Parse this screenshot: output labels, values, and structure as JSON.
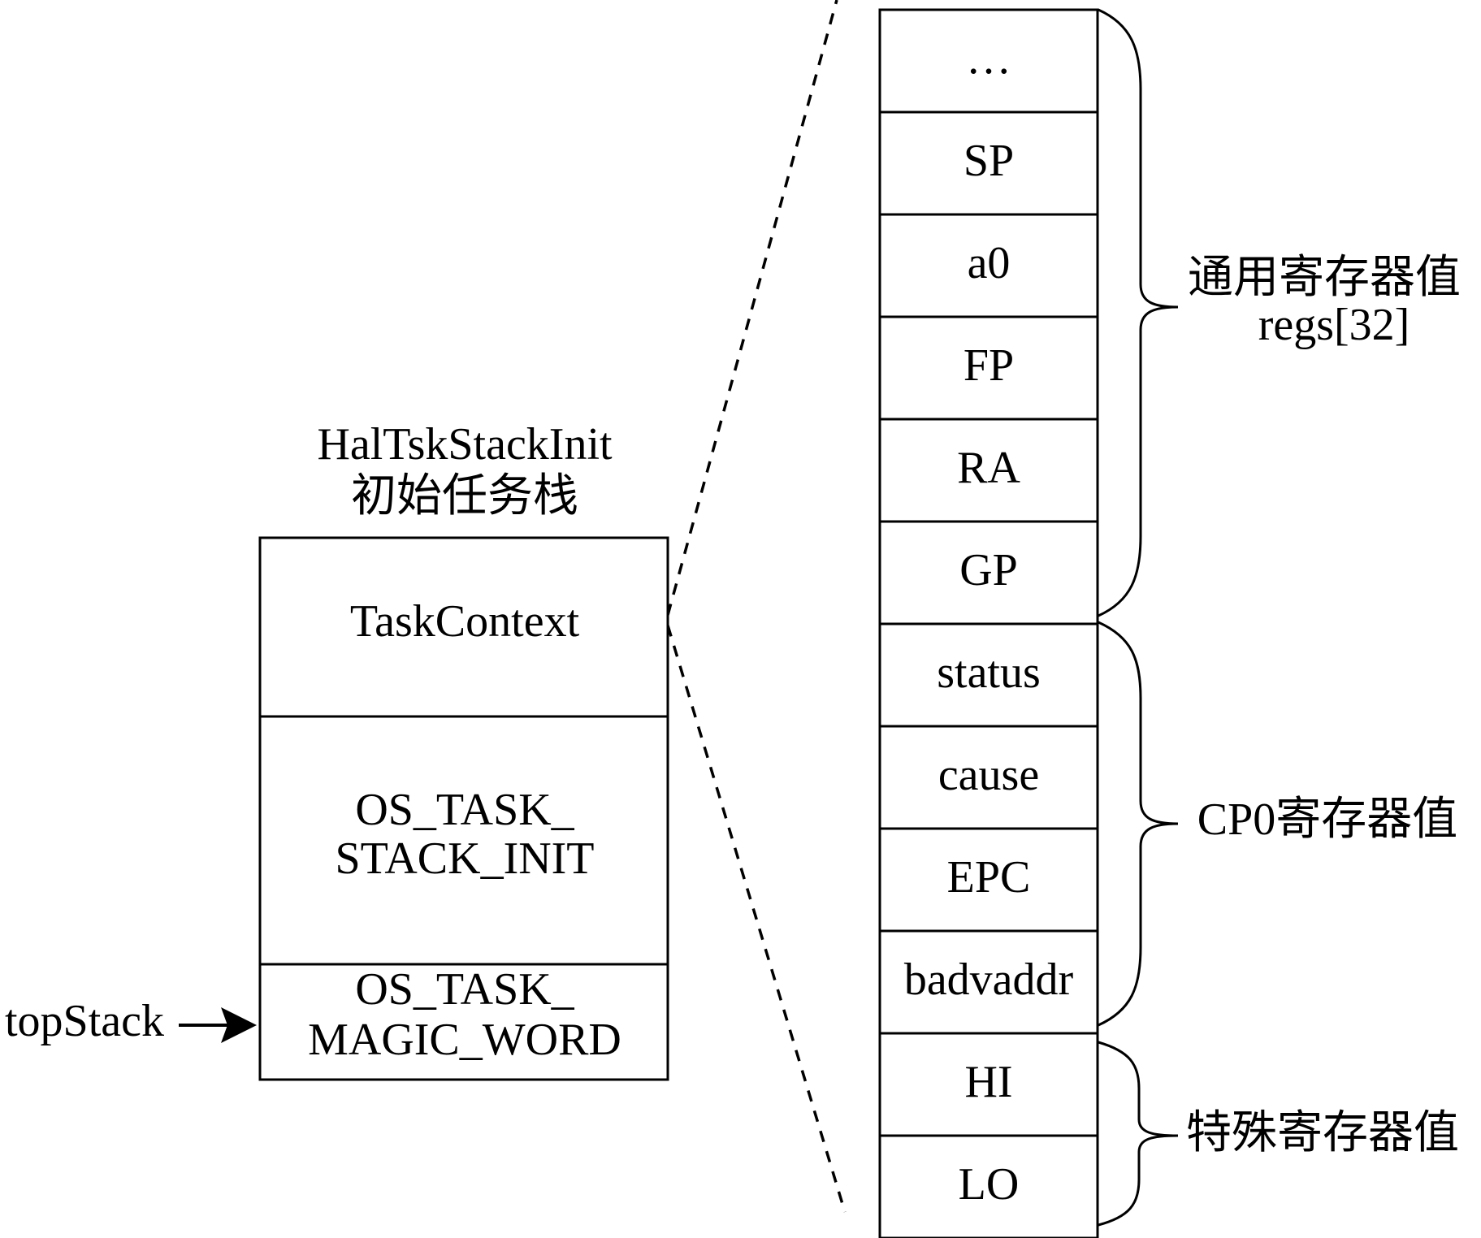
{
  "left_stack": {
    "title": "HalTskStackInit",
    "subtitle": "初始任务栈",
    "cells": [
      {
        "lines": [
          "TaskContext"
        ]
      },
      {
        "lines": [
          "OS_TASK_",
          "STACK_INIT"
        ]
      },
      {
        "lines": [
          "OS_TASK_",
          "MAGIC_WORD"
        ]
      }
    ],
    "pointer_label": "topStack"
  },
  "right_stack": {
    "registers": [
      "…",
      "SP",
      "a0",
      "FP",
      "RA",
      "GP",
      "status",
      "cause",
      "EPC",
      "badvaddr",
      "HI",
      "LO"
    ]
  },
  "groups": [
    {
      "label": "通用寄存器值",
      "sublabel": "regs[32]"
    },
    {
      "label": "CP0寄存器值"
    },
    {
      "label": "特殊寄存器值"
    }
  ]
}
